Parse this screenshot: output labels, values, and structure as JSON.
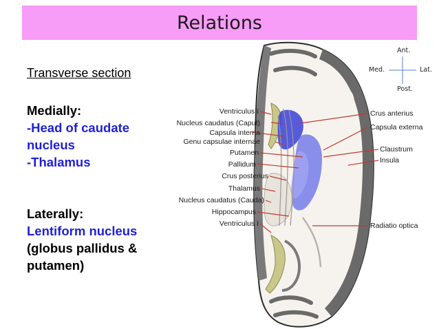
{
  "title": "Relations",
  "left": {
    "section_heading": "Transverse section",
    "medially_heading": "Medially:",
    "medially_items": [
      "-Head of caudate",
      "nucleus",
      "-Thalamus"
    ],
    "laterally_heading": "Laterally:",
    "laterally_item": [
      "Lentiform nucleus"
    ],
    "laterally_note": [
      "(globus pallidus &",
      "putamen)"
    ]
  },
  "orientation": {
    "anterior": "Ant.",
    "posterior": "Post.",
    "medial": "Med.",
    "lateral": "Lat."
  },
  "figure": {
    "labels_left": [
      "Ventriculus I",
      "Nucleus caudatus (Caput)",
      "Capsula interna",
      "Genu capsulae internae",
      "Putamen",
      "Pallidum",
      "Crus posterius",
      "Thalamus",
      "Nucleus caudatus (Cauda)",
      "Hippocampus",
      "Ventriculus I"
    ],
    "labels_right": [
      "Crus anterius",
      "Capsula externa",
      "Claustrum",
      "Insula",
      "Radiatio optica"
    ]
  },
  "colors": {
    "title_bar": "#f79cf7",
    "highlight_blue": "#1f1fd6",
    "leader_line": "#c0392b"
  }
}
